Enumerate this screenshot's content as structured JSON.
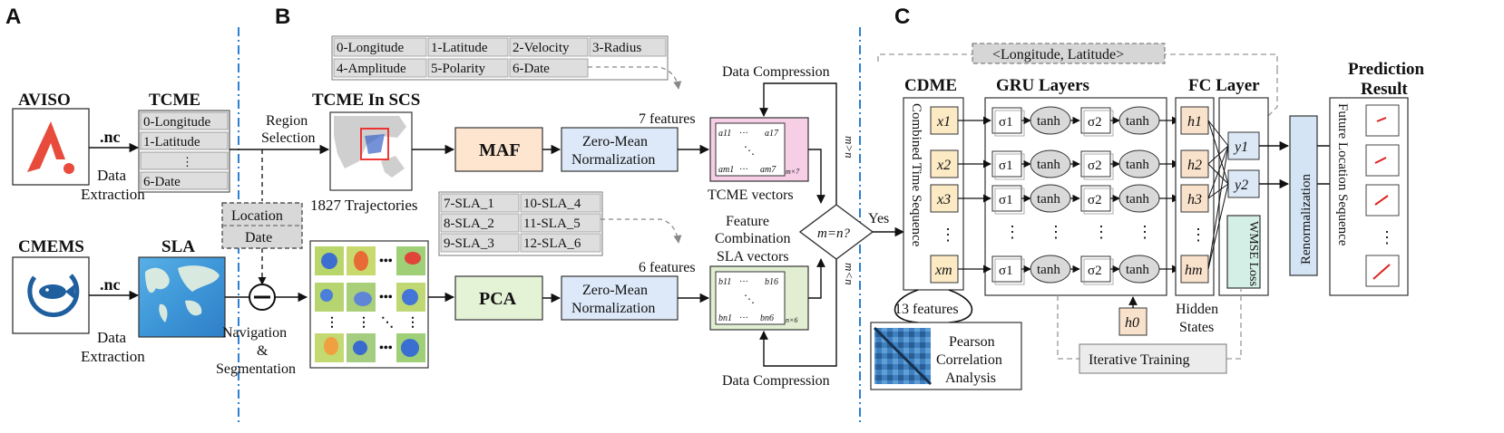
{
  "panels": {
    "a": "A",
    "b": "B",
    "c": "C"
  },
  "data_sources": {
    "aviso": "AVISO",
    "cmems": "CMEMS",
    "nc_label": ".nc",
    "data_extraction_line1": "Data",
    "data_extraction_line2": "Extraction"
  },
  "tcme_table": {
    "title": "TCME",
    "rows": [
      "0-Longitude",
      "1-Latitude",
      "⋮",
      "6-Date"
    ]
  },
  "sla_title": "SLA",
  "location_date_box": {
    "line1": "Location",
    "line2": "Date"
  },
  "navigation": {
    "line1": "Navigation",
    "line2": "&",
    "line3": "Segmentation"
  },
  "region_selection": {
    "line1": "Region",
    "line2": "Selection"
  },
  "tcme_in_scs": {
    "title": "TCME In SCS",
    "caption": "1827 Trajectories"
  },
  "feature_table_top": {
    "rows": [
      [
        "0-Longitude",
        "1-Latitude",
        "2-Velocity",
        "3-Radius"
      ],
      [
        "4-Amplitude",
        "5-Polarity",
        "6-Date"
      ]
    ]
  },
  "feature_table_bottom": {
    "rows": [
      [
        "7-SLA_1",
        "10-SLA_4"
      ],
      [
        "8-SLA_2",
        "11-SLA_5"
      ],
      [
        "9-SLA_3",
        "12-SLA_6"
      ]
    ]
  },
  "processing": {
    "maf": "MAF",
    "pca": "PCA",
    "zero_mean_line1": "Zero-Mean",
    "zero_mean_line2": "Normalization",
    "features_7": "7 features",
    "features_6": "6 features"
  },
  "vectors": {
    "tcme_label": "TCME vectors",
    "sla_label": "SLA vectors",
    "tcme_matrix": {
      "tl": "a11",
      "tr": "a17",
      "bl": "am1",
      "br": "am7",
      "note": "m×7"
    },
    "sla_matrix": {
      "tl": "b11",
      "tr": "b16",
      "bl": "bn1",
      "br": "bn6",
      "note": "n×6"
    }
  },
  "combination": {
    "data_compression_top": "Data Compression",
    "data_compression_bottom": "Data Compression",
    "feature_line1": "Feature",
    "feature_line2": "Combination",
    "decision": "m=n?",
    "yes": "Yes",
    "m_gt_n": "m>n",
    "m_lt_n": "m<n"
  },
  "model": {
    "cdme": "CDME",
    "cdme_vertical": "Combined Time Sequence",
    "gru_title": "GRU Layers",
    "fc_title": "FC Layer",
    "prediction_line1": "Prediction",
    "prediction_line2": "Result",
    "longitude_latitude": "<Longitude, Latitude>",
    "inputs": [
      "x1",
      "x2",
      "x3",
      "⋮",
      "xm"
    ],
    "sigma1": "σ1",
    "sigma2": "σ2",
    "tanh": "tanh",
    "hidden": [
      "h1",
      "h2",
      "h3",
      "⋮",
      "hm"
    ],
    "outputs": [
      "y1",
      "y2"
    ],
    "wmse": "WMSE Loss",
    "renormalization": "Renormalization",
    "future_sequence": "Future Location Sequence",
    "dots": "⋮",
    "h0": "h0",
    "hidden_states_line1": "Hidden",
    "hidden_states_line2": "States",
    "features_13": "13 features",
    "pearson_line1": "Pearson",
    "pearson_line2": "Correlation",
    "pearson_line3": "Analysis",
    "iterative_training": "Iterative Training"
  },
  "colors": {
    "aviso_red": "#e84a3c",
    "cmems_blue": "#1f5f9e",
    "maf_fill": "#fde5cf",
    "pca_fill": "#e4f2d6",
    "zero_mean_fill": "#dde9f8",
    "tcme_vec_fill": "#f6cfe6",
    "sla_vec_fill": "#e1eed2",
    "input_fill": "#fbeac4",
    "hidden_fill": "#f9e2cc",
    "output_fill": "#dce8f6",
    "renorm_fill": "#d4e4f4",
    "wmse_fill": "#d4efe6",
    "table_fill": "#dedede",
    "dashdot_blue": "#2d7fd2"
  }
}
